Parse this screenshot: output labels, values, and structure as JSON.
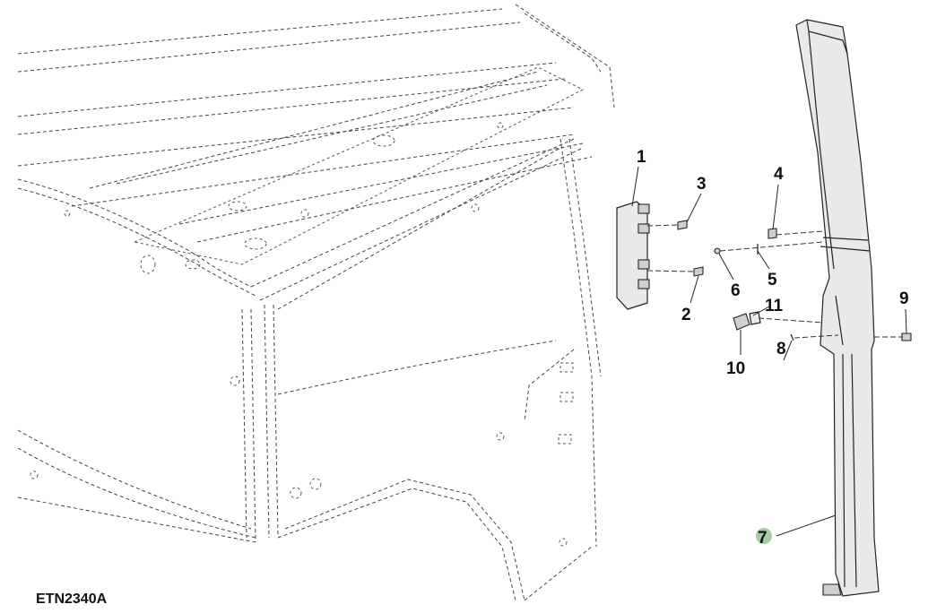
{
  "figure_id": "ETN2340A",
  "callouts": [
    {
      "label": "1"
    },
    {
      "label": "2"
    },
    {
      "label": "3"
    },
    {
      "label": "4"
    },
    {
      "label": "5"
    },
    {
      "label": "6"
    },
    {
      "label": "7",
      "highlight_color": "#8fbf8f"
    },
    {
      "label": "8"
    },
    {
      "label": "9"
    },
    {
      "label": "10"
    },
    {
      "label": "11"
    }
  ],
  "colors": {
    "line": "#222222",
    "ghost_line": "#444444",
    "part_fill": "#e9e9e9",
    "background": "#ffffff"
  }
}
